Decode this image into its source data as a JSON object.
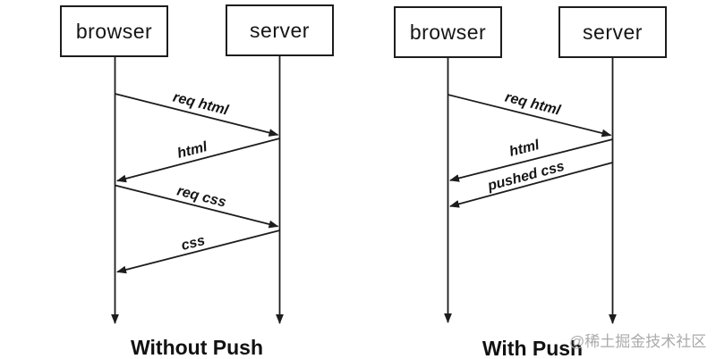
{
  "diagrams": [
    {
      "title": "Without Push",
      "actors": [
        {
          "label": "browser"
        },
        {
          "label": "server"
        }
      ],
      "messages": [
        {
          "label": "req html",
          "from": "browser",
          "to": "server"
        },
        {
          "label": "html",
          "from": "server",
          "to": "browser"
        },
        {
          "label": "req css",
          "from": "browser",
          "to": "server"
        },
        {
          "label": "css",
          "from": "server",
          "to": "browser"
        }
      ]
    },
    {
      "title": "With Push",
      "actors": [
        {
          "label": "browser"
        },
        {
          "label": "server"
        }
      ],
      "messages": [
        {
          "label": "req html",
          "from": "browser",
          "to": "server"
        },
        {
          "label": "html",
          "from": "server",
          "to": "browser"
        },
        {
          "label": "pushed css",
          "from": "server",
          "to": "browser"
        }
      ]
    }
  ],
  "watermark": {
    "text": "@稀土掘金技术社区"
  },
  "colors": {
    "line": "#1d1d1d",
    "background": "#ffffff",
    "watermark": "#ababab"
  }
}
